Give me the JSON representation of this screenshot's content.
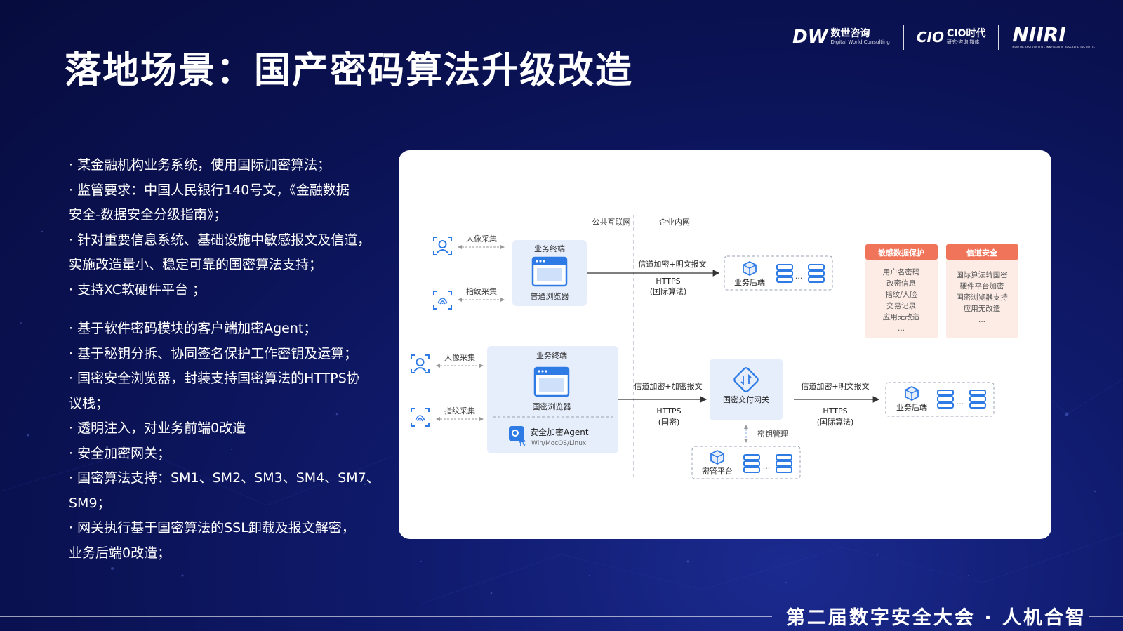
{
  "title": "落地场景：国产密码算法升级改造",
  "logos": {
    "dw": {
      "mark": "DW",
      "name": "数世咨询",
      "sub": "Digital World Consulting"
    },
    "cio": {
      "mark": "CIO",
      "name": "CIO时代",
      "sub": "研究·咨询·媒体"
    },
    "niiri": {
      "mark": "NIIRI",
      "sub": "NEW INFRASTRUCTURE INNOVATION RESEARCH INSTITUTE"
    }
  },
  "bullets": [
    "· 某金融机构业务系统，使用国际加密算法；",
    "· 监管要求：中国人民银行140号文，《金融数据",
    "安全-数据安全分级指南》；",
    "· 针对重要信息系统、基础设施中敏感报文及信道，",
    "实施改造量小、稳定可靠的国密算法支持；",
    "· 支持XC软硬件平台 ；",
    "· 基于软件密码模块的客户端加密Agent；",
    "· 基于秘钥分拆、协同签名保护工作密钥及运算；",
    "· 国密安全浏览器，封装支持国密算法的HTTPS协",
    "议栈；",
    "· 透明注入，对业务前端0改造",
    "· 安全加密网关；",
    "· 国密算法支持：SM1、SM2、SM3、SM4、SM7、",
    "SM9；",
    "· 网关执行基于国密算法的SSL卸载及报文解密，",
    "业务后端0改造；"
  ],
  "diagram": {
    "zone_public": "公共互联网",
    "zone_internal": "企业内网",
    "face_capture": "人像采集",
    "finger_capture": "指纹采集",
    "terminal": "业务终端",
    "normal_browser": "普通浏览器",
    "gm_browser": "国密浏览器",
    "agent_title": "安全加密Agent",
    "agent_os": "Win/MocOS/Linux",
    "agent_badge": "代",
    "top_link_label": "信道加密+明文报文",
    "top_link_proto": "HTTPS",
    "top_link_algo": "(国际算法)",
    "bottom_link_label": "信道加密+加密报文",
    "bottom_link_proto": "HTTPS",
    "bottom_link_algo": "(国密)",
    "gateway": "国密交付网关",
    "right_link_label": "信道加密+明文报文",
    "right_link_proto": "HTTPS",
    "right_link_algo": "(国际算法)",
    "backend": "业务后端",
    "kms": "密管平台",
    "key_mgmt": "密钥管理",
    "ellipsis": "...",
    "card1": {
      "title": "敏感数据保护",
      "items": [
        "用户名密码",
        "改密信息",
        "指纹/人脸",
        "交易记录",
        "应用无改造",
        "..."
      ]
    },
    "card2": {
      "title": "信道安全",
      "items": [
        "国际算法转国密",
        "硬件平台加密",
        "国密浏览器支持",
        "应用无改造",
        "..."
      ]
    },
    "colors": {
      "accent_blue": "#2f7be6",
      "light_box": "#e6eefc",
      "card_header": "#f0745a",
      "card_body": "#fdece6"
    }
  },
  "footer": "第二届数字安全大会 · 人机合智"
}
